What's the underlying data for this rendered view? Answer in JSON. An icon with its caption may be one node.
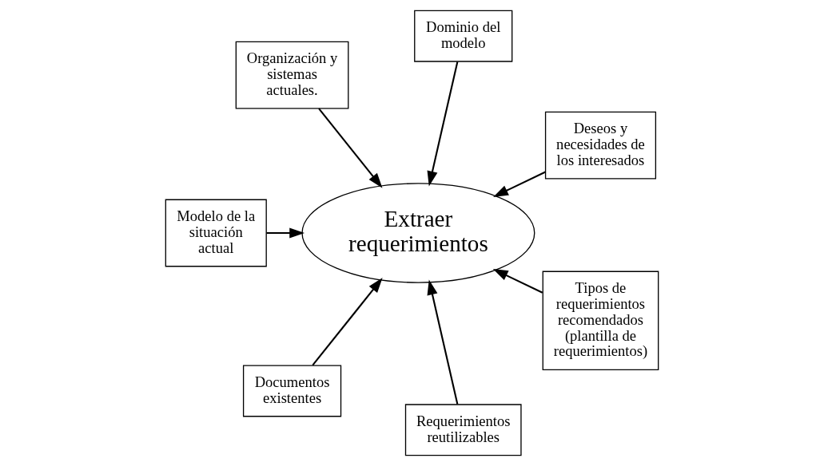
{
  "diagram": {
    "nodes": [
      {
        "text": [
          "Extraer requerimientos"
        ]
      },
      {
        "text": [
          "Deseos y necesidades de los interesados"
        ]
      },
      {
        "text": [
          "Dominio del modelo"
        ]
      },
      {
        "text": [
          "Organización y sistemas actuales."
        ]
      },
      {
        "text": [
          "Modelo de la situación actual"
        ]
      },
      {
        "text": [
          "Documentos existentes"
        ]
      },
      {
        "text": [
          "Requerimientos reutilizables"
        ]
      },
      {
        "text": [
          "Tipos de requerimientos recomendados (plantilla de requerimientos)"
        ]
      }
    ],
    "edges": [
      {
        "from": 1,
        "to": 0,
        "arrow": "to"
      },
      {
        "from": 2,
        "to": 0,
        "arrow": "to"
      },
      {
        "from": 3,
        "to": 0,
        "arrow": "to"
      },
      {
        "from": 4,
        "to": 0,
        "arrow": "to"
      },
      {
        "from": 5,
        "to": 0,
        "arrow": "to"
      },
      {
        "from": 6,
        "to": 0,
        "arrow": "to"
      },
      {
        "from": 7,
        "to": 0,
        "arrow": "to"
      }
    ]
  }
}
